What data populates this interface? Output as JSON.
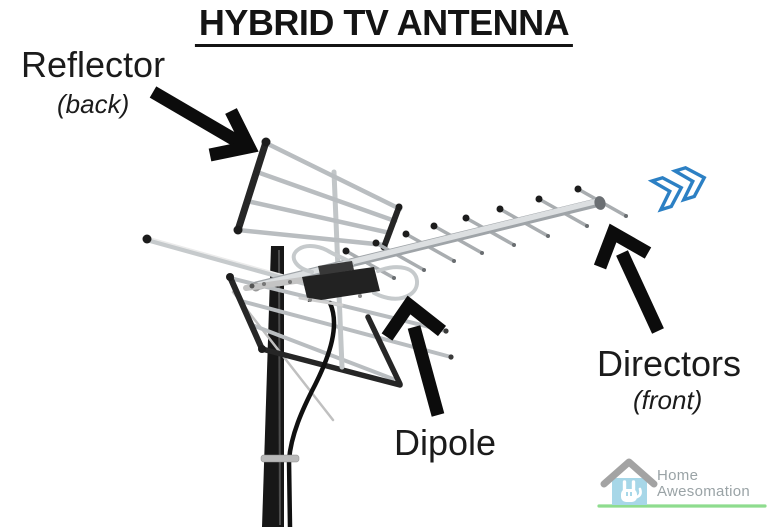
{
  "page": {
    "background": "#ffffff",
    "kind": "labeled diagram"
  },
  "title": {
    "text": "HYBRID TV ANTENNA",
    "underlined": true
  },
  "labels": {
    "reflector": {
      "name": "Reflector",
      "position_note": "(back)"
    },
    "dipole": {
      "name": "Dipole"
    },
    "directors": {
      "name": "Directors",
      "position_note": "(front)"
    }
  },
  "annotations": {
    "arrows": [
      {
        "from_label": "Reflector",
        "points_to": "reflector-grid-panels"
      },
      {
        "from_label": "Dipole",
        "points_to": "folded-dipole-and-balun"
      },
      {
        "from_label": "Directors",
        "points_to": "director-rods-on-boom"
      }
    ],
    "signal_direction_icon": "double-chevron-right"
  },
  "branding": {
    "name_line1": "Home",
    "name_line2": "Awesomation",
    "logo_icon": "house-with-rock-hand",
    "underline": "green-line"
  },
  "colors": {
    "ink": "#1b1b1b",
    "chevron_blue": "#2c80c4",
    "logo_text_gray": "#9aa3a6",
    "logo_roof_gray": "#a3a3a3",
    "logo_house_blue": "#a7d7e8",
    "logo_green": "#8edc8e",
    "antenna_silver": "#c2c6c8",
    "antenna_frame_dark": "#262626",
    "mast_black": "#171717"
  }
}
